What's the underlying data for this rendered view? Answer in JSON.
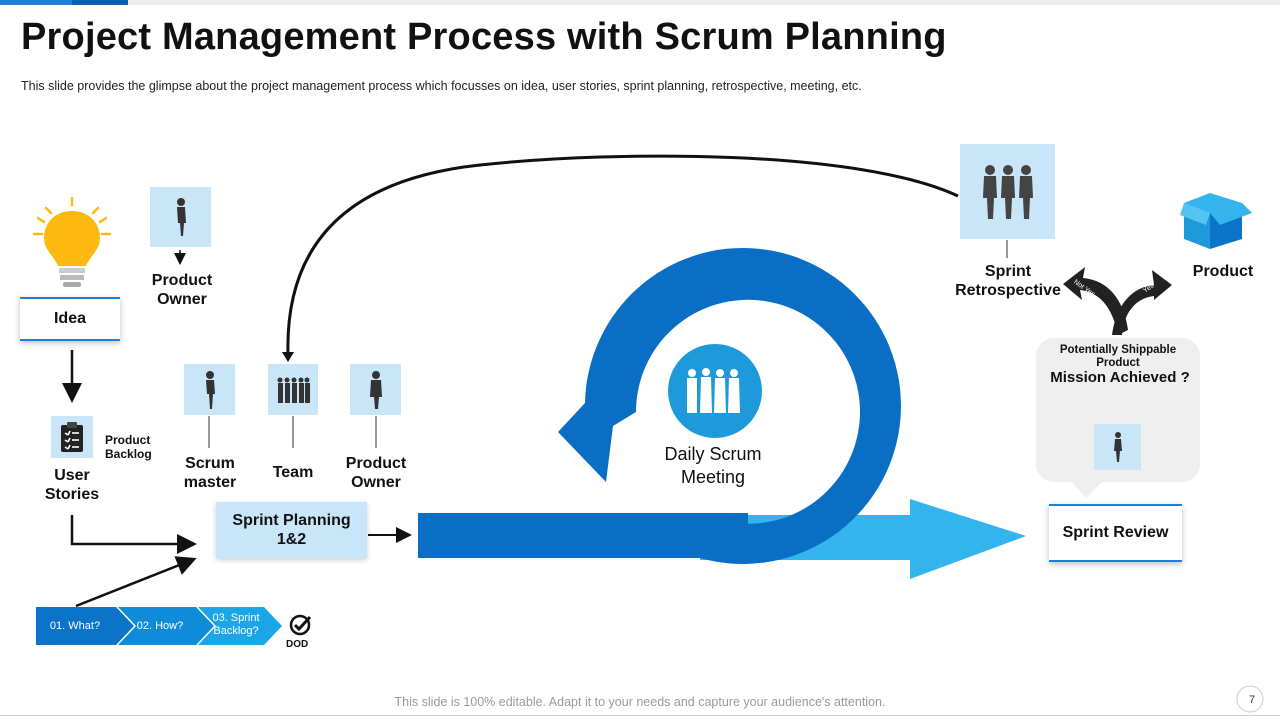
{
  "title": "Project Management Process with Scrum Planning",
  "subtitle": "This slide provides  the glimpse about the project management  process which focusses on idea, user stories, sprint planning, retrospective,  meeting, etc.",
  "nodes": {
    "product_owner_top": "Product\nOwner",
    "idea": "Idea",
    "product_backlog": "Product\nBacklog",
    "user_stories": "User\nStories",
    "scrum_master": "Scrum\nmaster",
    "team": "Team",
    "product_owner_mid": "Product\nOwner",
    "sprint_planning": "Sprint Planning\n1&2",
    "daily_scrum": "Daily Scrum\nMeeting",
    "sprint_retrospective": "Sprint\nRetrospective",
    "product": "Product",
    "not_yes": "Not Yes",
    "yes": "Yes",
    "potentially_shippable": "Potentially  Shippable\nProduct",
    "mission_achieved": "Mission Achieved ?",
    "sprint_review": "Sprint Review"
  },
  "chevrons": [
    {
      "label": "01. What?"
    },
    {
      "label": "02. How?"
    },
    {
      "label": "03. Sprint\nBacklog?"
    }
  ],
  "dod": "DOD",
  "footer": "This slide is 100% editable. Adapt it to your needs and capture your audience's attention.",
  "page_number": "7",
  "colors": {
    "accent_blue": "#1f7ed6",
    "dark_blue": "#0a6fc4",
    "light_blue": "#33b4ec",
    "tile_blue": "#c8e6f8",
    "bulb_yellow": "#fbb911"
  }
}
